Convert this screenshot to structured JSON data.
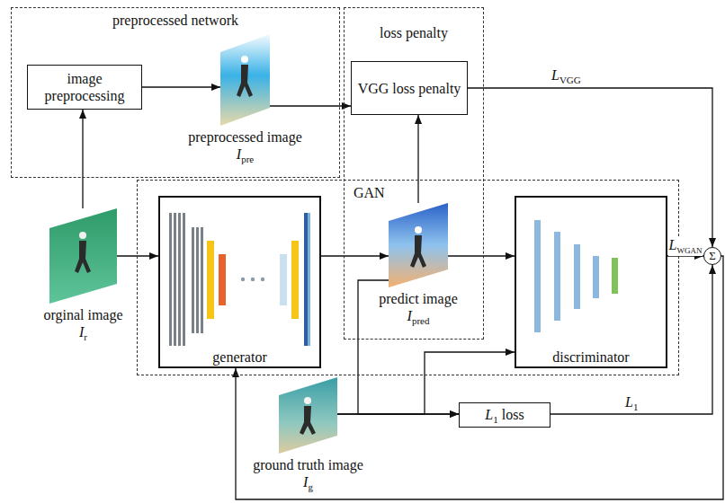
{
  "diagram": {
    "nodes": [
      {
        "text": [
          "preprocessed network"
        ]
      },
      {
        "text": [
          "image preprocessing"
        ],
        "in": 0
      },
      {
        "text": [
          "preprocessed image",
          "I",
          "pre"
        ],
        "in": 0
      },
      {
        "text": [
          "loss penalty"
        ]
      },
      {
        "text": [
          "VGG loss penalty"
        ],
        "in": 3
      },
      {
        "text": [
          "predict image",
          "I",
          "pred"
        ],
        "in": 3
      },
      {
        "text": [
          "GAN"
        ]
      },
      {
        "text": [
          "generator"
        ],
        "in": 6
      },
      {
        "text": [
          "discriminator"
        ],
        "in": 6
      },
      {
        "text": [
          "Σ"
        ]
      },
      {
        "text": [
          "orginal image",
          "I",
          "r"
        ]
      },
      {
        "text": [
          "L",
          "1",
          "loss"
        ]
      },
      {
        "text": [
          "ground truth image",
          "I",
          "g"
        ]
      }
    ],
    "edges": [
      {
        "from": 10,
        "to": 1,
        "arrow": "to"
      },
      {
        "from": 1,
        "to": 2,
        "arrow": "to"
      },
      {
        "from": 2,
        "to": 4,
        "arrow": "to"
      },
      {
        "from": 4,
        "to": 9,
        "arrow": "to",
        "label": "L"
      },
      {
        "from": 5,
        "to": 4,
        "arrow": "to"
      },
      {
        "from": 10,
        "to": 7,
        "arrow": "to"
      },
      {
        "from": 7,
        "to": 5,
        "arrow": "to"
      },
      {
        "from": 5,
        "to": 8,
        "arrow": "to"
      },
      {
        "from": 8,
        "to": 9,
        "arrow": "to",
        "label": "L"
      },
      {
        "from": 5,
        "to": 11,
        "arrow": "to"
      },
      {
        "from": 12,
        "to": 11,
        "arrow": "to"
      },
      {
        "from": 12,
        "to": 8,
        "arrow": "to"
      },
      {
        "from": 11,
        "to": 9,
        "arrow": "to",
        "label": "L"
      },
      {
        "from": 9,
        "to": 7,
        "arrow": "to"
      }
    ],
    "labels": [
      "VGG",
      "WGAN",
      "1"
    ]
  }
}
